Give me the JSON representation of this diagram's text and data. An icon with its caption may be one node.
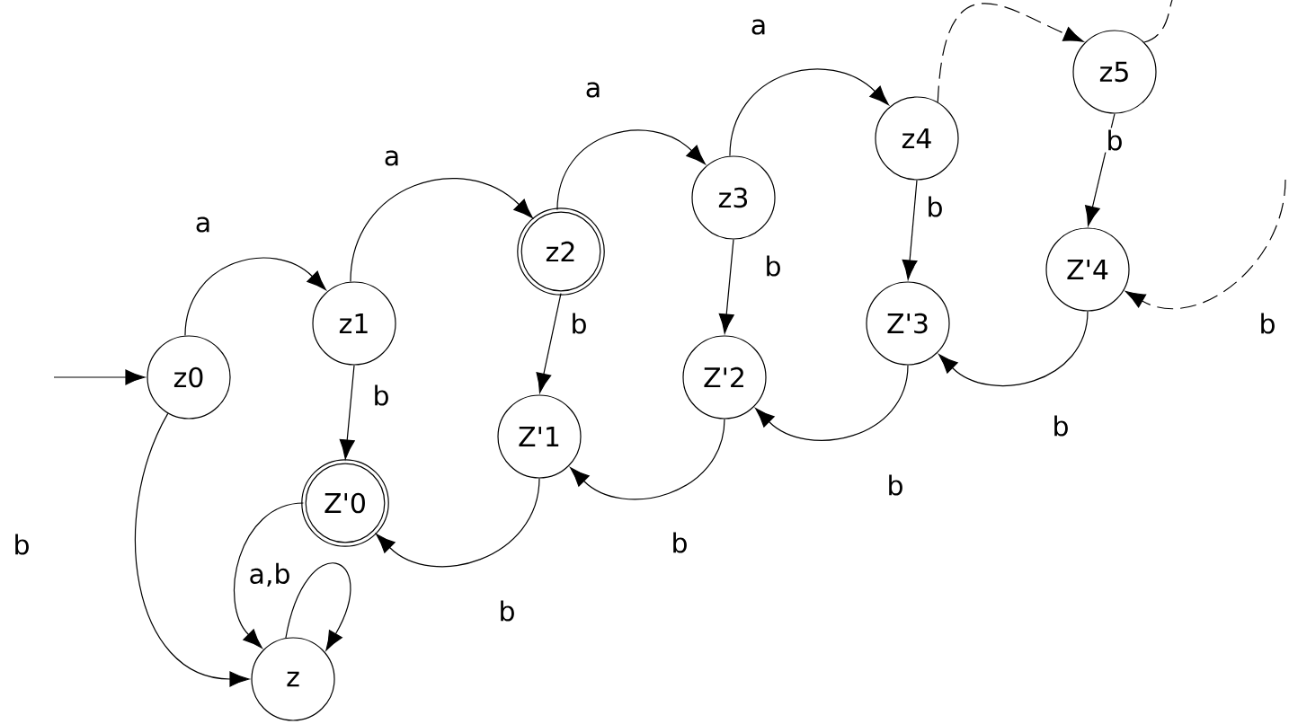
{
  "diagram": {
    "nodes": [
      {
        "text": [
          "z0"
        ]
      },
      {
        "text": [
          "z1"
        ]
      },
      {
        "text": [
          "z2"
        ]
      },
      {
        "text": [
          "z3"
        ]
      },
      {
        "text": [
          "z4"
        ]
      },
      {
        "text": [
          "z5"
        ]
      },
      {
        "text": [
          "Z'0"
        ]
      },
      {
        "text": [
          "Z'1"
        ]
      },
      {
        "text": [
          "Z'2"
        ]
      },
      {
        "text": [
          "Z'3"
        ]
      },
      {
        "text": [
          "Z'4"
        ]
      },
      {
        "text": [
          "z"
        ]
      }
    ],
    "edges": [
      {
        "from": null,
        "to": 0,
        "arrow": "to"
      },
      {
        "from": 0,
        "to": 1,
        "arrow": "to",
        "label": "a"
      },
      {
        "from": 1,
        "to": 2,
        "arrow": "to",
        "label": "a"
      },
      {
        "from": 2,
        "to": 3,
        "arrow": "to",
        "label": "a"
      },
      {
        "from": 3,
        "to": 4,
        "arrow": "to",
        "label": "a"
      },
      {
        "from": 4,
        "to": 5,
        "arrow": "to",
        "style": "dashed"
      },
      {
        "from": 5,
        "to": null,
        "arrow": "none",
        "style": "dashed"
      },
      {
        "from": 0,
        "to": 11,
        "arrow": "to",
        "label": "b"
      },
      {
        "from": 1,
        "to": 6,
        "arrow": "to",
        "label": "b"
      },
      {
        "from": 2,
        "to": 7,
        "arrow": "to",
        "label": "b"
      },
      {
        "from": 3,
        "to": 8,
        "arrow": "to",
        "label": "b"
      },
      {
        "from": 4,
        "to": 9,
        "arrow": "to",
        "label": "b"
      },
      {
        "from": 5,
        "to": 10,
        "arrow": "to",
        "label": "b"
      },
      {
        "from": 7,
        "to": 6,
        "arrow": "to",
        "label": "b"
      },
      {
        "from": 8,
        "to": 7,
        "arrow": "to",
        "label": "b"
      },
      {
        "from": 9,
        "to": 8,
        "arrow": "to",
        "label": "b"
      },
      {
        "from": 10,
        "to": 9,
        "arrow": "to",
        "label": "b"
      },
      {
        "from": null,
        "to": 10,
        "arrow": "to",
        "label": "b",
        "style": "dashed"
      },
      {
        "from": 6,
        "to": 11,
        "arrow": "to",
        "label": "a,b"
      },
      {
        "from": 11,
        "to": 11,
        "arrow": "to"
      }
    ]
  }
}
